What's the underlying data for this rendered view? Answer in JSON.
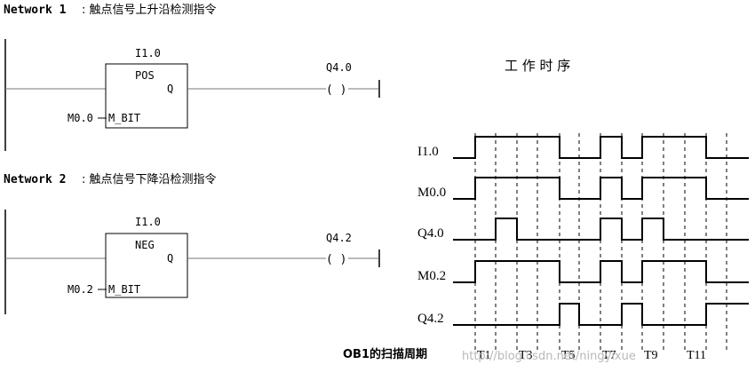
{
  "networks": [
    {
      "heading": "Network 1",
      "title": ": 触点信号上升沿检测指令",
      "input_address": "I1.0",
      "box_label": "POS",
      "box_output_pin": "Q",
      "mbit_address": "M0.0",
      "mbit_pin": "M_BIT",
      "coil_address": "Q4.0",
      "coil_symbol": "( )"
    },
    {
      "heading": "Network 2",
      "title": ": 触点信号下降沿检测指令",
      "input_address": "I1.0",
      "box_label": "NEG",
      "box_output_pin": "Q",
      "mbit_address": "M0.2",
      "mbit_pin": "M_BIT",
      "coil_address": "Q4.2",
      "coil_symbol": "( )"
    }
  ],
  "timing": {
    "title": "工 作 时 序",
    "scan_label": "OB1的扫描周期",
    "periods": [
      "T1",
      "T3",
      "T5",
      "T7",
      "T9",
      "T11"
    ],
    "signals": [
      {
        "name": "I1.0",
        "levels": [
          0,
          1,
          1,
          1,
          1,
          0,
          0,
          1,
          0,
          1,
          1,
          1,
          0
        ]
      },
      {
        "name": "M0.0",
        "levels": [
          0,
          1,
          1,
          1,
          1,
          0,
          0,
          1,
          0,
          1,
          1,
          1,
          0
        ]
      },
      {
        "name": "Q4.0",
        "levels": [
          0,
          0,
          1,
          0,
          0,
          0,
          0,
          1,
          0,
          1,
          0,
          0,
          0
        ]
      },
      {
        "name": "M0.2",
        "levels": [
          0,
          1,
          1,
          1,
          1,
          0,
          0,
          1,
          0,
          1,
          1,
          1,
          0
        ]
      },
      {
        "name": "Q4.2",
        "levels": [
          0,
          0,
          0,
          0,
          0,
          1,
          0,
          0,
          1,
          0,
          0,
          0,
          1
        ]
      }
    ]
  },
  "watermark": "http://blog.csdn.net/ningyixue"
}
